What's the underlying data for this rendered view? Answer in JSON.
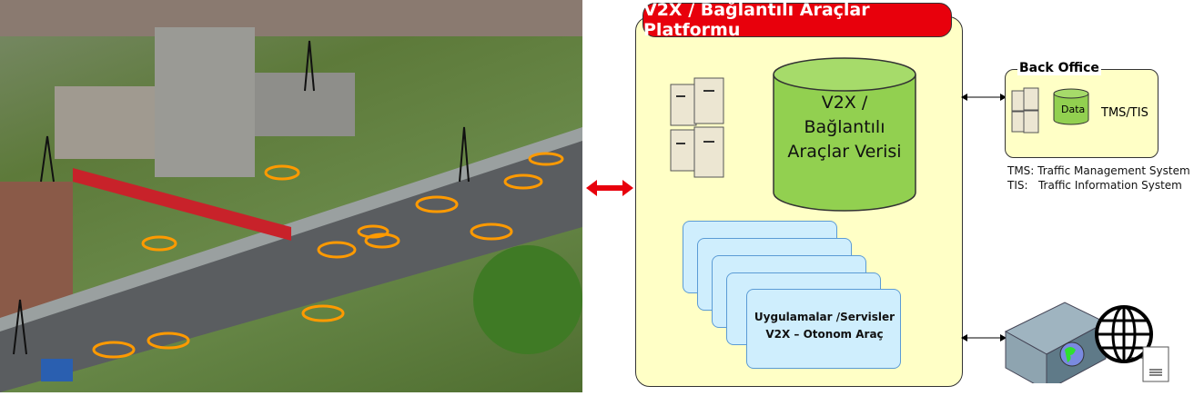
{
  "platform": {
    "title": "V2X / Bağlantılı Araçlar Platformu",
    "database_label_lines": [
      "V2X /",
      "Bağlantılı",
      "Araçlar Verisi"
    ],
    "apps_lines": [
      "Uygulamalar /Servisler",
      "V2X – Otonom Araç"
    ]
  },
  "back_office": {
    "title": "Back Office",
    "db_label": "Data",
    "system_label": "TMS/TIS",
    "legend": [
      "TMS: Traffic Management System",
      "TIS:   Traffic Information System"
    ]
  },
  "colors": {
    "title_red": "#e8000c",
    "platform_bg": "#ffffc6",
    "db_green": "#92d050",
    "card_blue": "#cfeefd"
  }
}
